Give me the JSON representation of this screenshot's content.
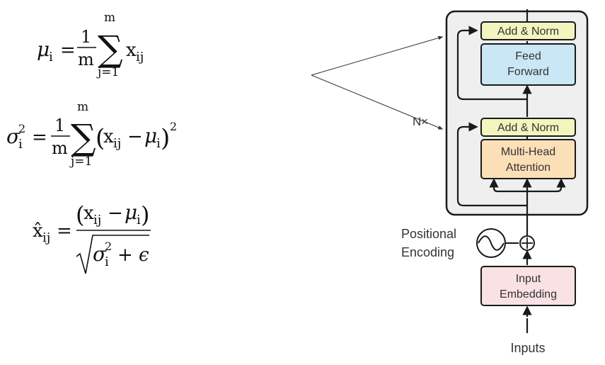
{
  "formulas": {
    "mean": {
      "mu": "μ",
      "sub_i": "i",
      "equals": "=",
      "one": "1",
      "m": "m",
      "sigma": "∑",
      "upper": "m",
      "lower": "j=1",
      "x": "x",
      "sub_ij": "ij"
    },
    "variance": {
      "sigma": "σ",
      "sub_i": "i",
      "sup_2": "2",
      "equals": "=",
      "one": "1",
      "m": "m",
      "sum": "∑",
      "upper": "m",
      "lower": "j=1",
      "lparen": "(",
      "x": "x",
      "sub_ij": "ij",
      "minus": "−",
      "mu": "μ",
      "mu_sub": "i",
      "rparen": ")",
      "outer_sup": "2"
    },
    "normalized": {
      "xhat": "x̂",
      "sub_ij": "ij",
      "equals": "=",
      "lparen": "(",
      "x": "x",
      "x_sub": "ij",
      "minus": "−",
      "mu": "μ",
      "mu_sub": "i",
      "rparen": ")",
      "sigma": "σ",
      "sigma_sub": "i",
      "sigma_sup": "2",
      "plus": "+",
      "epsilon": "ϵ"
    }
  },
  "diagram": {
    "nx_label": "N×",
    "add_norm_top": "Add & Norm",
    "feed_forward_line1": "Feed",
    "feed_forward_line2": "Forward",
    "add_norm_bottom": "Add & Norm",
    "attention_line1": "Multi-Head",
    "attention_line2": "Attention",
    "positional_line1": "Positional",
    "positional_line2": "Encoding",
    "input_embedding_line1": "Input",
    "input_embedding_line2": "Embedding",
    "inputs_label": "Inputs"
  },
  "colors": {
    "add_norm": "#f3f5bf",
    "feed_forward": "#c9e7f5",
    "attention": "#fbdfb7",
    "embedding": "#f9e1e4",
    "encoder_block": "#efefef",
    "stroke": "#1a1a1a"
  }
}
